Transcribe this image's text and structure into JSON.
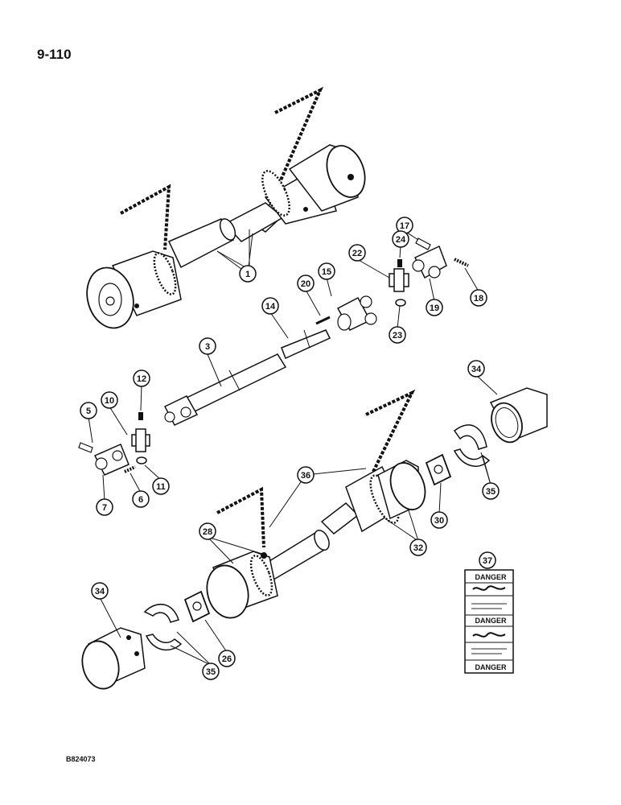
{
  "page_number": "9-110",
  "document_code": "B824073",
  "callouts": [
    {
      "id": "c1",
      "label": "1"
    },
    {
      "id": "c3",
      "label": "3"
    },
    {
      "id": "c5",
      "label": "5"
    },
    {
      "id": "c6",
      "label": "6"
    },
    {
      "id": "c7",
      "label": "7"
    },
    {
      "id": "c10",
      "label": "10"
    },
    {
      "id": "c11",
      "label": "11"
    },
    {
      "id": "c12",
      "label": "12"
    },
    {
      "id": "c14",
      "label": "14"
    },
    {
      "id": "c15",
      "label": "15"
    },
    {
      "id": "c17",
      "label": "17"
    },
    {
      "id": "c18",
      "label": "18"
    },
    {
      "id": "c19",
      "label": "19"
    },
    {
      "id": "c20",
      "label": "20"
    },
    {
      "id": "c22",
      "label": "22"
    },
    {
      "id": "c23",
      "label": "23"
    },
    {
      "id": "c24",
      "label": "24"
    },
    {
      "id": "c26",
      "label": "26"
    },
    {
      "id": "c28",
      "label": "28"
    },
    {
      "id": "c30",
      "label": "30"
    },
    {
      "id": "c32",
      "label": "32"
    },
    {
      "id": "c34a",
      "label": "34"
    },
    {
      "id": "c34b",
      "label": "34"
    },
    {
      "id": "c35a",
      "label": "35"
    },
    {
      "id": "c35b",
      "label": "35"
    },
    {
      "id": "c36",
      "label": "36"
    },
    {
      "id": "c37",
      "label": "37"
    }
  ],
  "decal": {
    "panels": [
      "DANGER",
      "DANGER",
      "DANGER"
    ]
  },
  "colors": {
    "ink": "#111111",
    "paper": "#ffffff"
  }
}
